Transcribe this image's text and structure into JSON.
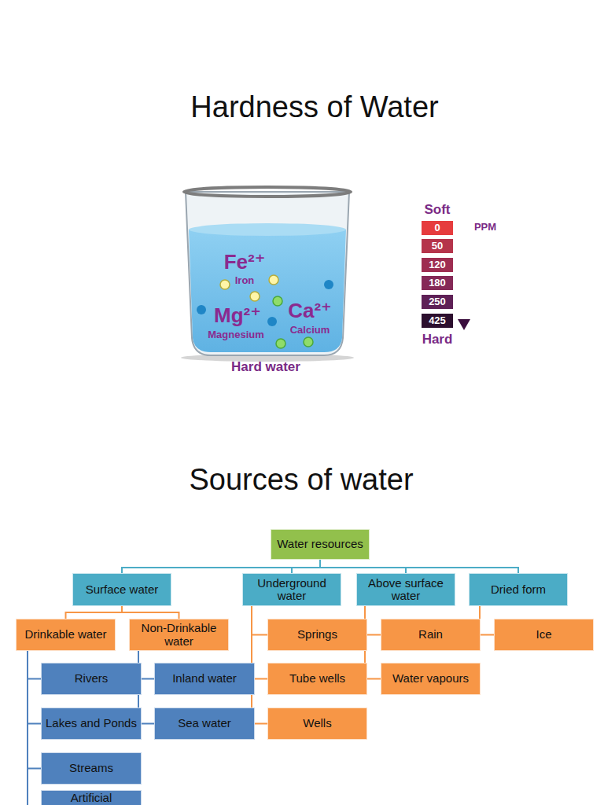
{
  "diagram": {
    "title": "Hardness of Water",
    "nodes": [
      {
        "text": [
          "0"
        ]
      },
      {
        "text": [
          "50"
        ]
      },
      {
        "text": [
          "120"
        ]
      },
      {
        "text": [
          "180"
        ]
      },
      {
        "text": [
          "250"
        ]
      },
      {
        "text": [
          "425"
        ]
      },
      {
        "text": [
          "Water resources"
        ]
      },
      {
        "text": [
          "Surface water"
        ]
      },
      {
        "text": [
          "Underground water"
        ]
      },
      {
        "text": [
          "Above surface water"
        ]
      },
      {
        "text": [
          "Dried form"
        ]
      },
      {
        "text": [
          "Drinkable water"
        ]
      },
      {
        "text": [
          "Non-Drinkable water"
        ]
      },
      {
        "text": [
          "Springs"
        ]
      },
      {
        "text": [
          "Rain"
        ]
      },
      {
        "text": [
          "Ice"
        ]
      },
      {
        "text": [
          "Rivers"
        ]
      },
      {
        "text": [
          "Inland water"
        ]
      },
      {
        "text": [
          "Tube wells"
        ]
      },
      {
        "text": [
          "Water vapours"
        ]
      },
      {
        "text": [
          "Lakes and Ponds"
        ]
      },
      {
        "text": [
          "Sea water"
        ]
      },
      {
        "text": [
          "Wells"
        ]
      },
      {
        "text": [
          "Streams"
        ]
      },
      {
        "text": [
          "Artificial"
        ]
      }
    ],
    "edges": [
      {
        "from": 6,
        "to": 7,
        "arrow": "none"
      },
      {
        "from": 6,
        "to": 8,
        "arrow": "none"
      },
      {
        "from": 6,
        "to": 9,
        "arrow": "none"
      },
      {
        "from": 6,
        "to": 10,
        "arrow": "none"
      },
      {
        "from": 7,
        "to": 11,
        "arrow": "none"
      },
      {
        "from": 7,
        "to": 12,
        "arrow": "none"
      },
      {
        "from": 11,
        "to": 16,
        "arrow": "none"
      },
      {
        "from": 11,
        "to": 20,
        "arrow": "none"
      },
      {
        "from": 11,
        "to": 23,
        "arrow": "none"
      },
      {
        "from": 11,
        "to": 24,
        "arrow": "none"
      },
      {
        "from": 12,
        "to": 17,
        "arrow": "none"
      },
      {
        "from": 12,
        "to": 21,
        "arrow": "none"
      },
      {
        "from": 8,
        "to": 13,
        "arrow": "none"
      },
      {
        "from": 8,
        "to": 18,
        "arrow": "none"
      },
      {
        "from": 8,
        "to": 22,
        "arrow": "none"
      },
      {
        "from": 9,
        "to": 14,
        "arrow": "none"
      },
      {
        "from": 9,
        "to": 19,
        "arrow": "none"
      },
      {
        "from": 10,
        "to": 15,
        "arrow": "none"
      }
    ],
    "labels": [
      "Fe²⁺",
      "Iron",
      "Mg²⁺",
      "Magnesium",
      "Ca²⁺",
      "Calcium",
      "Hard water",
      "Soft",
      "PPM",
      "Hard",
      "Sources of water"
    ]
  }
}
